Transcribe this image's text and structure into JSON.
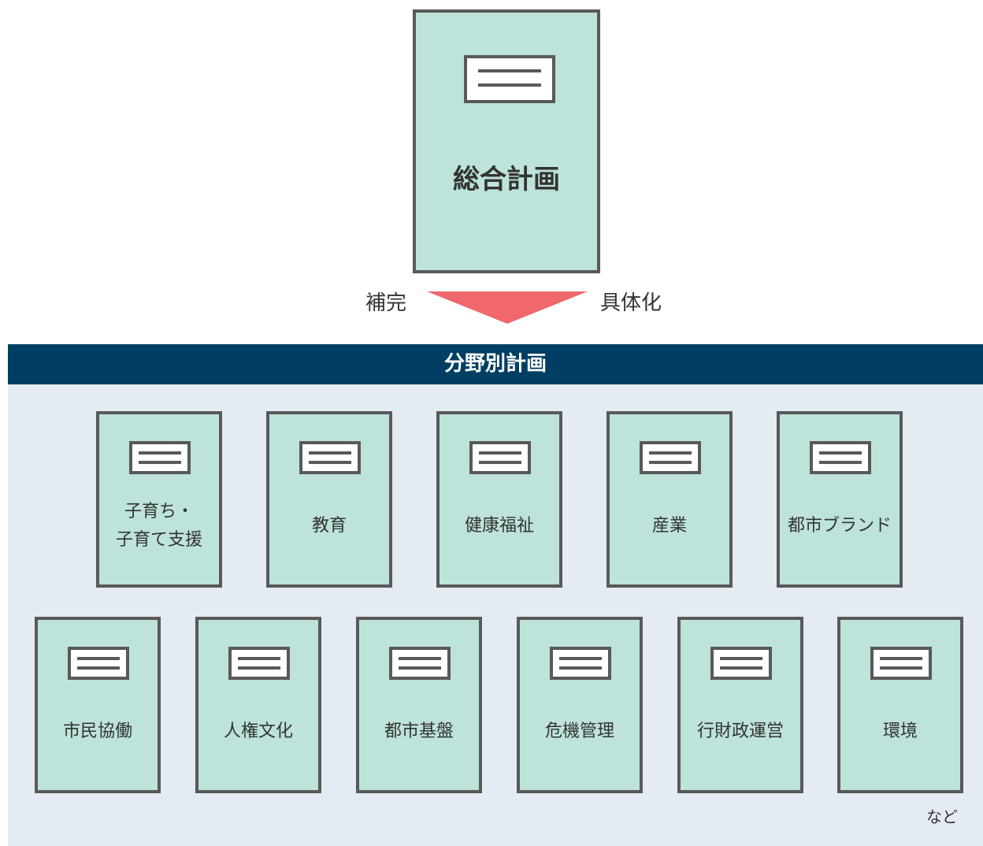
{
  "main_plan": {
    "label": "総合計画"
  },
  "relation": {
    "left_label": "補完",
    "right_label": "具体化",
    "arrow_color": "#f0676c"
  },
  "category_plans": {
    "header": "分野別計画",
    "row1": [
      "子育ち・\n子育て支援",
      "教育",
      "健康福祉",
      "産業",
      "都市ブランド"
    ],
    "row2": [
      "市民協働",
      "人権文化",
      "都市基盤",
      "危機管理",
      "行財政運営",
      "環境"
    ],
    "footnote": "など"
  },
  "colors": {
    "book_fill": "#bde3db",
    "book_border": "#595959",
    "header_bg": "#003f63",
    "panel_bg": "#e4ebf2"
  }
}
